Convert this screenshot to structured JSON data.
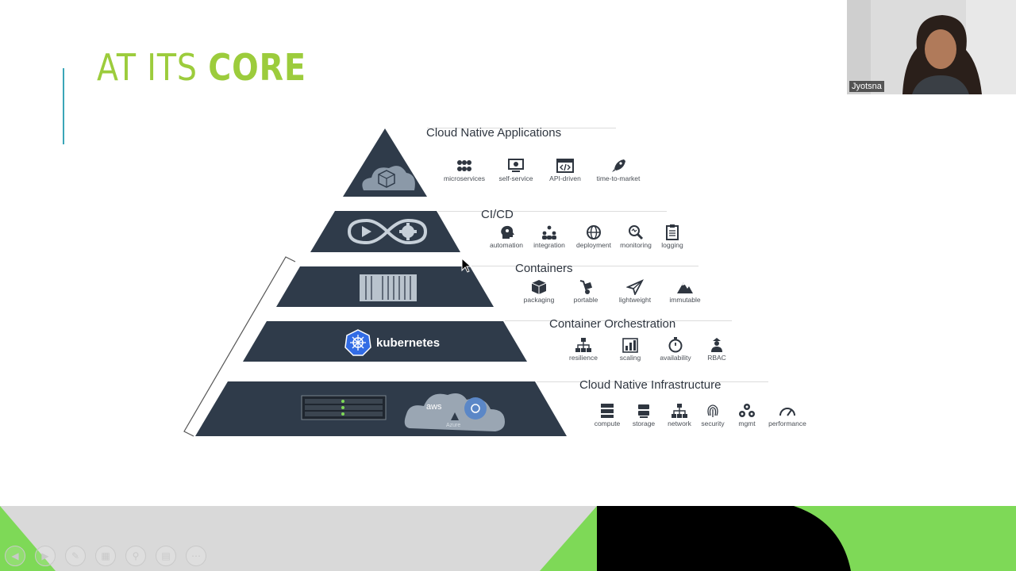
{
  "slide": {
    "title_prefix": "AT ITS ",
    "title_emphasis": "CORE"
  },
  "tiers": [
    {
      "label": "Cloud Native Applications",
      "features": [
        "microservices",
        "self-service",
        "API-driven",
        "time-to-market"
      ]
    },
    {
      "label": "CI/CD",
      "features": [
        "automation",
        "integration",
        "deployment",
        "monitoring",
        "logging"
      ]
    },
    {
      "label": "Containers",
      "features": [
        "packaging",
        "portable",
        "lightweight",
        "immutable"
      ]
    },
    {
      "label": "Container Orchestration",
      "features": [
        "resilience",
        "scaling",
        "availability",
        "RBAC"
      ]
    },
    {
      "label": "Cloud Native Infrastructure",
      "features": [
        "compute",
        "storage",
        "network",
        "security",
        "mgmt",
        "performance"
      ]
    }
  ],
  "pyramid": {
    "kubernetes_label": "kubernetes",
    "aws_label": "aws",
    "azure_label": "Azure"
  },
  "presenter": {
    "name": "Jyotsna"
  },
  "colors": {
    "title_green": "#9ccc3c",
    "accent_line": "#3aa6b8",
    "tier_fill": "#2f3b4a",
    "footer_green": "#7ed957",
    "footer_gray": "#d9d9d9"
  },
  "controls": [
    "previous",
    "next",
    "pen",
    "slides",
    "zoom",
    "subtitles",
    "more"
  ]
}
